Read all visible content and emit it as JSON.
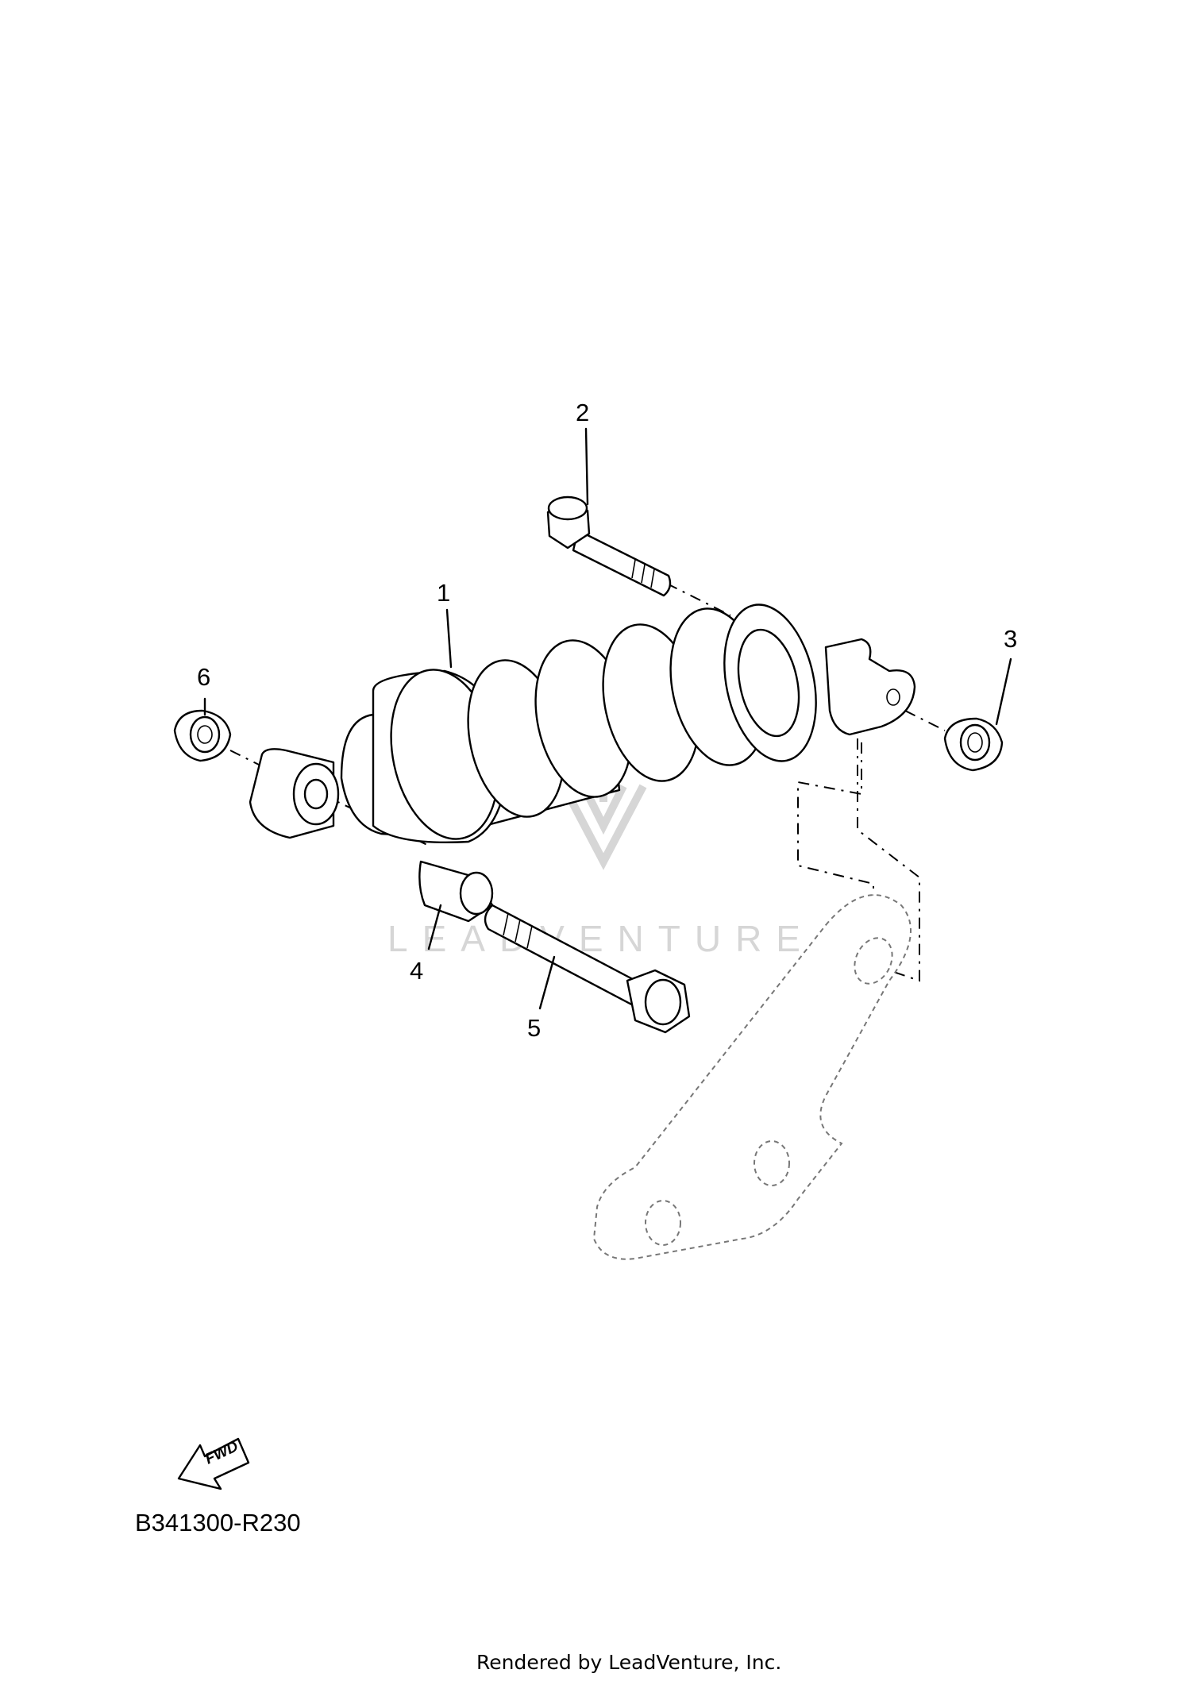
{
  "diagram": {
    "callouts": [
      {
        "id": "1",
        "label": "1"
      },
      {
        "id": "2",
        "label": "2"
      },
      {
        "id": "3",
        "label": "3"
      },
      {
        "id": "4",
        "label": "4"
      },
      {
        "id": "5",
        "label": "5"
      },
      {
        "id": "6",
        "label": "6"
      }
    ],
    "part_code": "B341300-R230",
    "forward_label": "FWD",
    "watermark": "LEADVENTURE",
    "credit": "Rendered by LeadVenture, Inc."
  }
}
